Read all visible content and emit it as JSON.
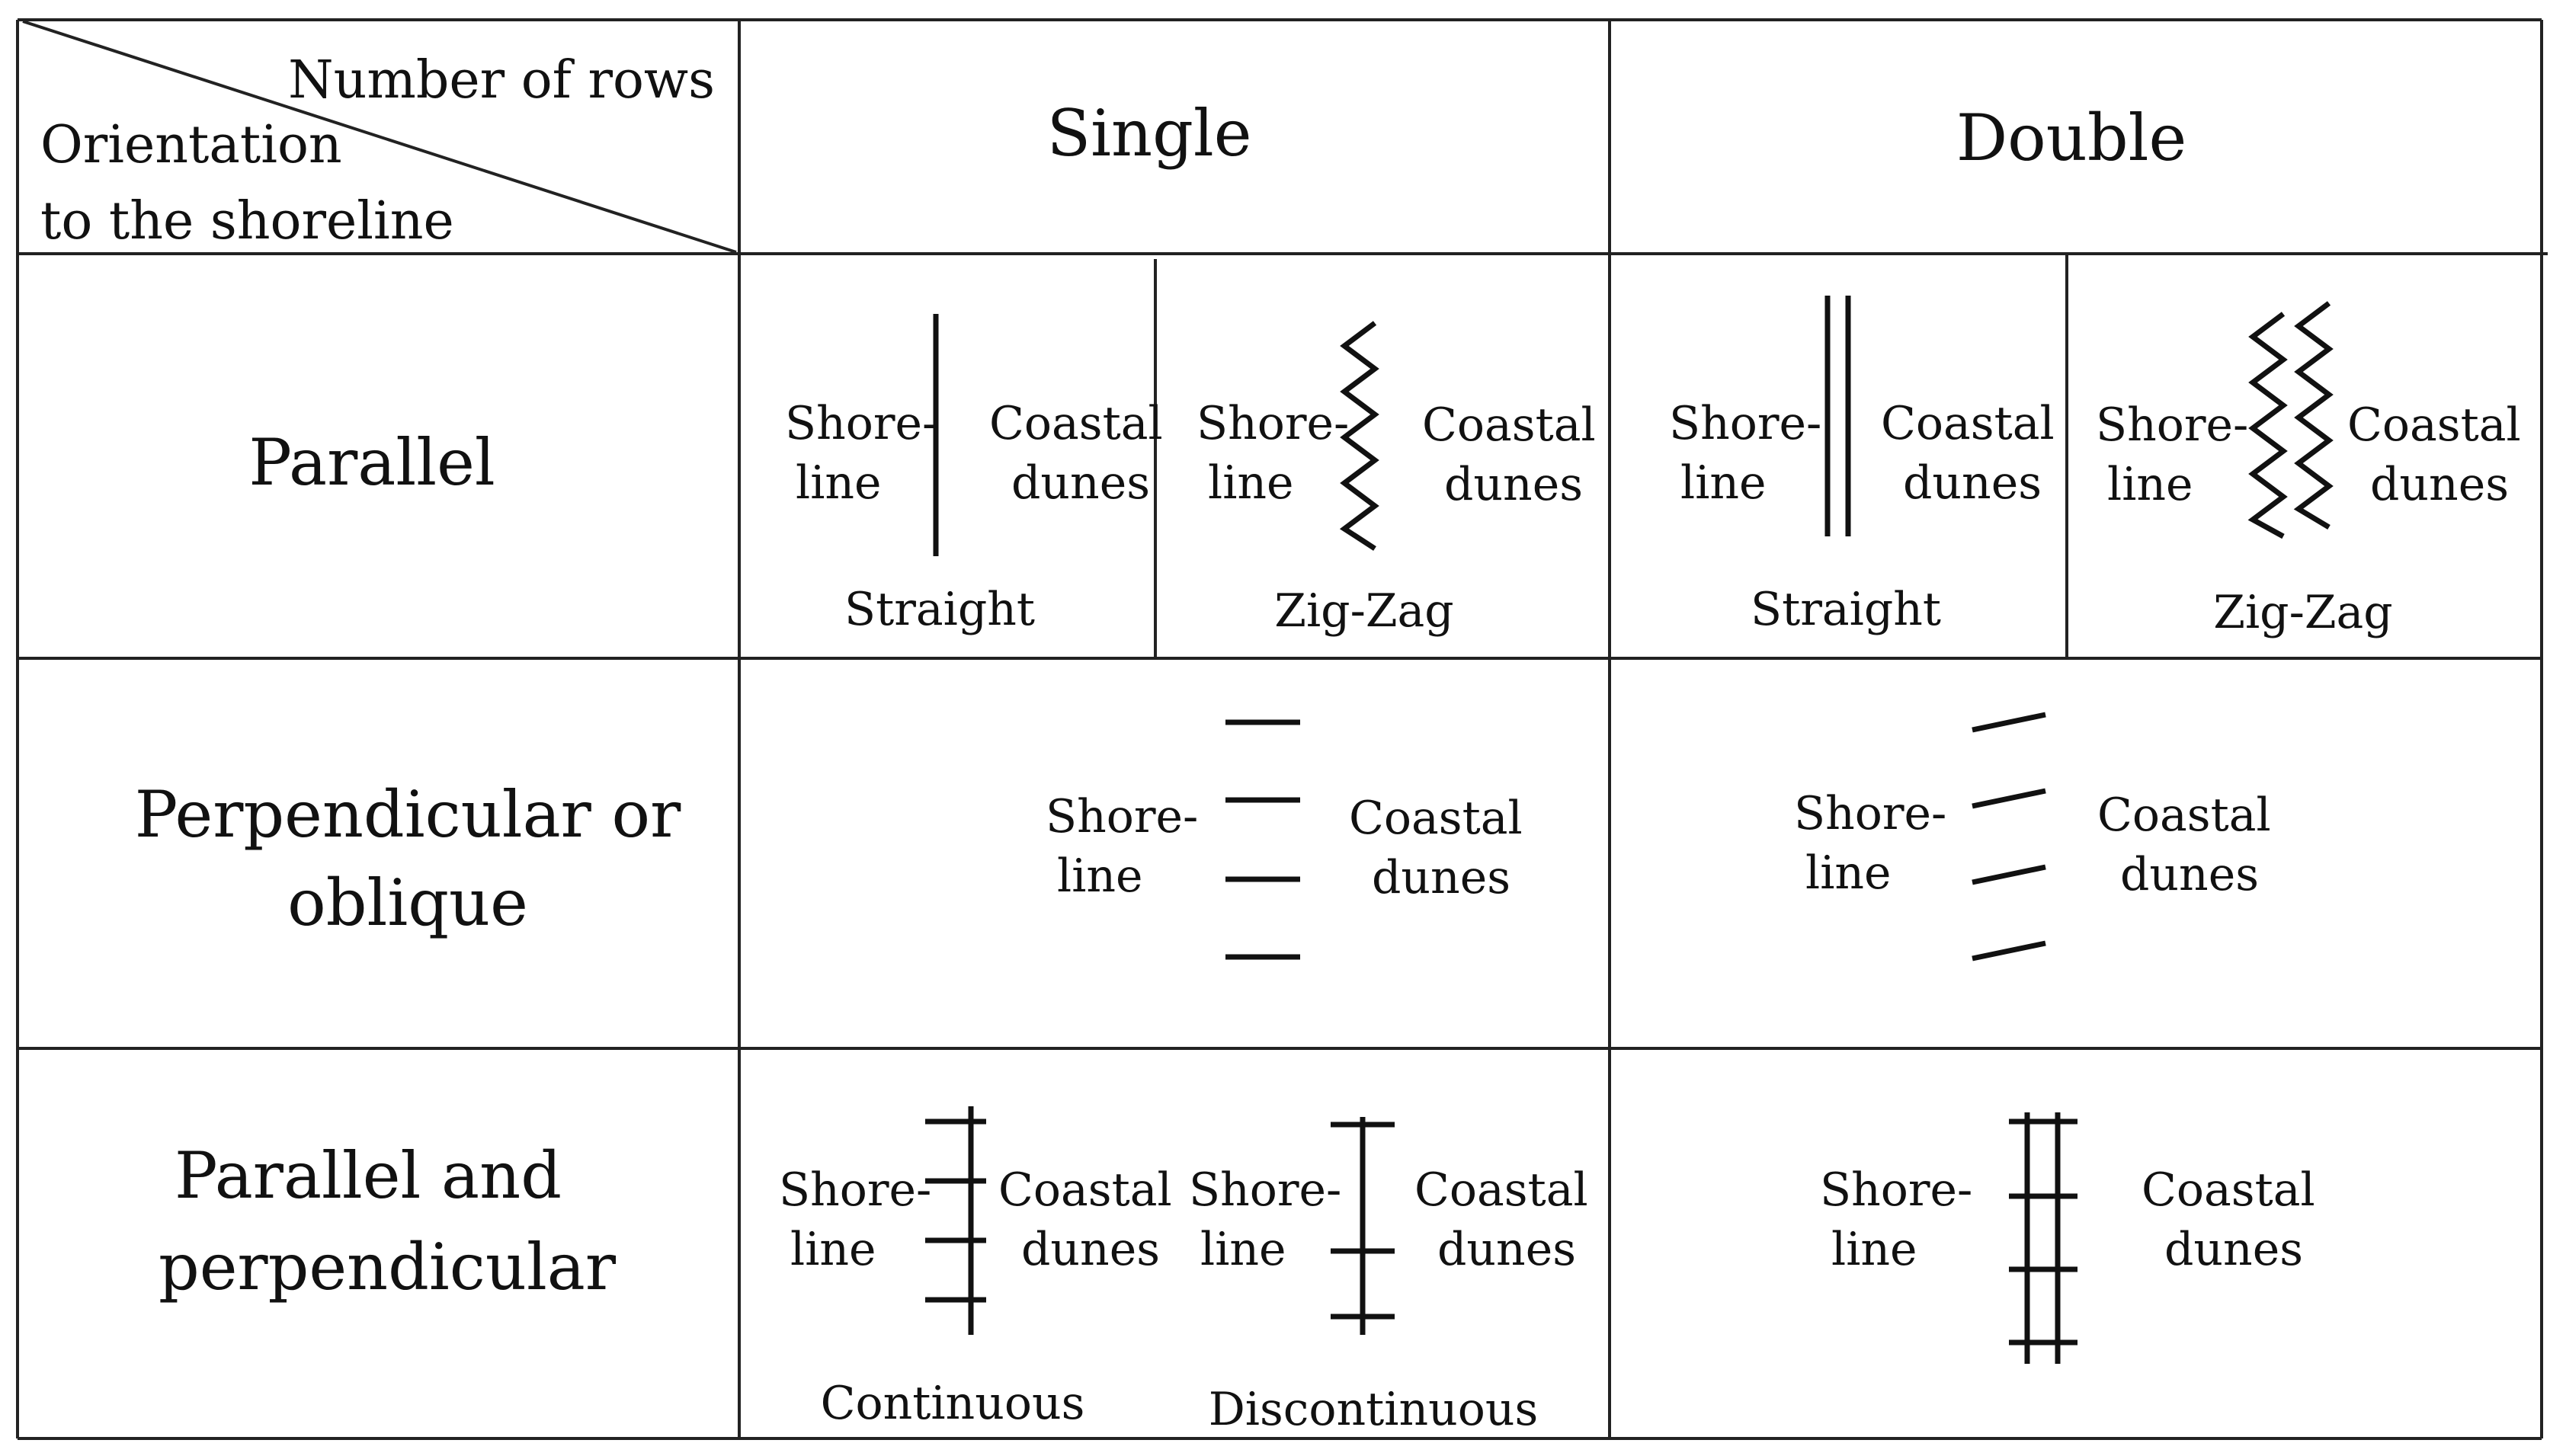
{
  "corner": {
    "columns_title": "Number of rows",
    "rows_title_line1": "Orientation",
    "rows_title_line2": "to the shoreline"
  },
  "columns": {
    "single": "Single",
    "double": "Double"
  },
  "rows": {
    "parallel": "Parallel",
    "perpendicular_line1": "Perpendicular or",
    "perpendicular_line2": "oblique",
    "both_line1": "Parallel and",
    "both_line2": "perpendicular"
  },
  "labels": {
    "shore_line1": "Shore-",
    "shore_line2": "line",
    "dunes_line1": "Coastal",
    "dunes_line2": "dunes"
  },
  "captions": {
    "straight": "Straight",
    "zigzag": "Zig-Zag",
    "continuous": "Continuous",
    "discontinuous": "Discontinuous"
  }
}
